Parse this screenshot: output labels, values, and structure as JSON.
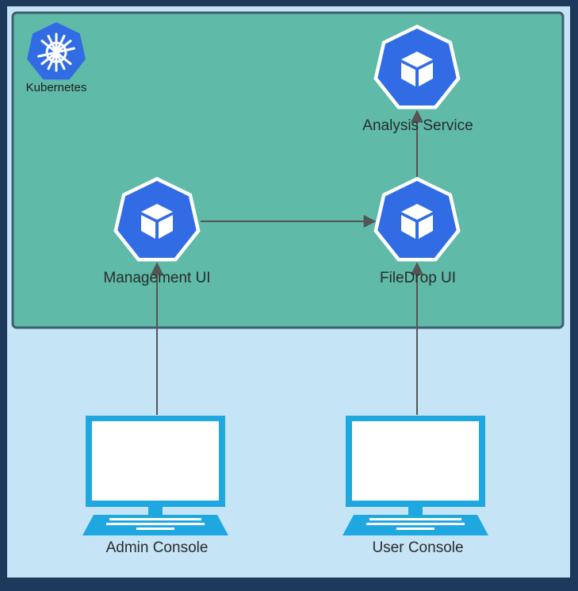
{
  "colors": {
    "frame": "#1d3a5c",
    "background": "#c5e4f6",
    "cluster_fill": "#5fbaa7",
    "cluster_border": "#3f5f6f",
    "pod_blue": "#326ce5",
    "console_blue": "#1fa8e0",
    "arrow": "#555555"
  },
  "cluster": {
    "label": "Kubernetes",
    "icon": "kubernetes-helm-icon"
  },
  "nodes": {
    "analysis": {
      "label": "Analysis Service",
      "icon": "pod-cube-icon"
    },
    "management": {
      "label": "Management UI",
      "icon": "pod-cube-icon"
    },
    "filedrop": {
      "label": "FileDrop UI",
      "icon": "pod-cube-icon"
    }
  },
  "consoles": {
    "admin": {
      "label": "Admin Console",
      "icon": "laptop-icon"
    },
    "user": {
      "label": "User Console",
      "icon": "laptop-icon"
    }
  },
  "connections": [
    {
      "from": "Management UI",
      "to": "FileDrop UI"
    },
    {
      "from": "FileDrop UI",
      "to": "Analysis Service"
    },
    {
      "from": "Admin Console",
      "to": "Management UI"
    },
    {
      "from": "User Console",
      "to": "FileDrop UI"
    }
  ]
}
